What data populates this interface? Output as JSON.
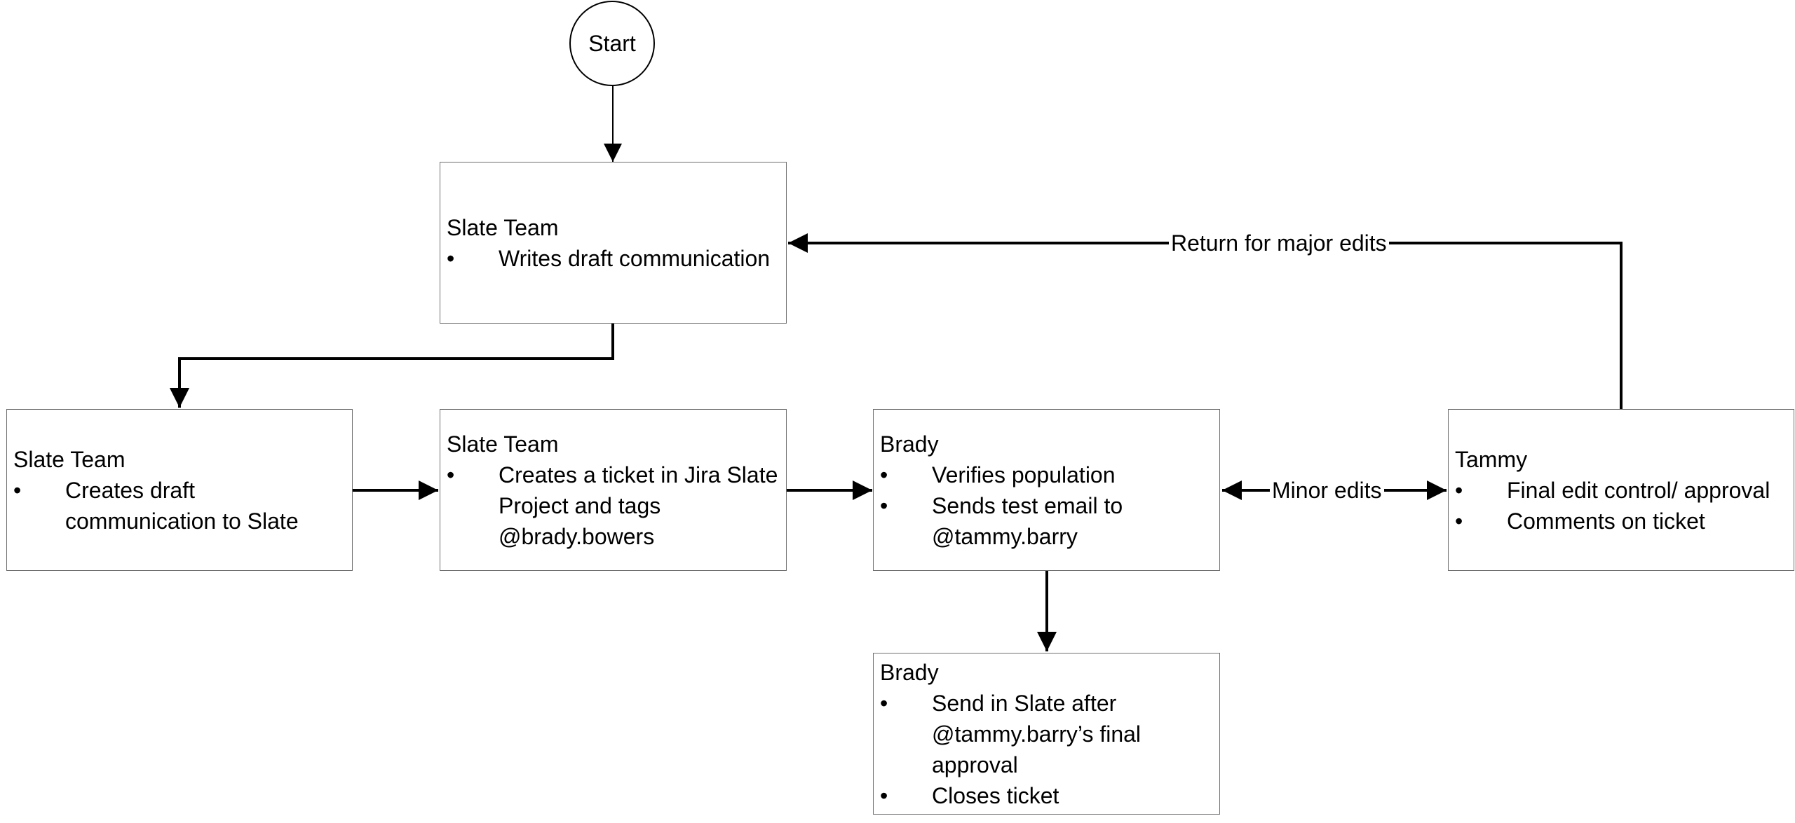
{
  "start": {
    "label": "Start"
  },
  "nodes": [
    {
      "id": "slate-writes",
      "title": "Slate Team",
      "bullets": [
        "Writes draft communication"
      ]
    },
    {
      "id": "slate-creates",
      "title": "Slate Team",
      "bullets": [
        "Creates draft communication to Slate"
      ]
    },
    {
      "id": "slate-ticket",
      "title": "Slate Team",
      "bullets": [
        "Creates a ticket in Jira Slate Project and tags @brady.bowers"
      ]
    },
    {
      "id": "brady-verify",
      "title": "Brady",
      "bullets": [
        "Verifies population",
        "Sends test email to @tammy.barry"
      ]
    },
    {
      "id": "tammy",
      "title": "Tammy",
      "bullets": [
        "Final edit control/ approval",
        "Comments on ticket"
      ]
    },
    {
      "id": "brady-send",
      "title": "Brady",
      "bullets": [
        "Send in Slate after @tammy.barry’s final approval",
        "Closes ticket"
      ]
    }
  ],
  "edge_labels": {
    "return": "Return for major edits",
    "minor": "Minor edits"
  }
}
